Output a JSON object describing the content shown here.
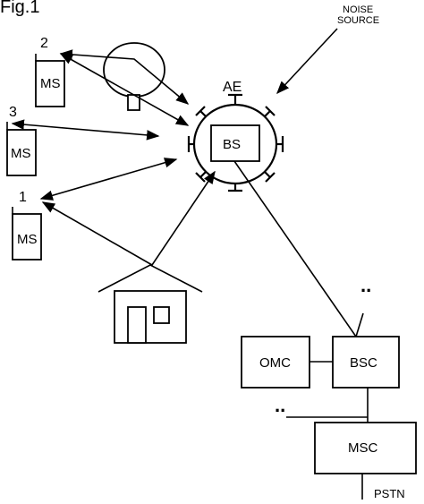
{
  "figure_label": "Fig.1",
  "noise_source": {
    "line1": "NOISE",
    "line2": "SOURCE"
  },
  "antenna_label": "AE",
  "base_station": "BS",
  "mobile_stations": [
    {
      "number": "2",
      "label": "MS"
    },
    {
      "number": "3",
      "label": "MS"
    },
    {
      "number": "1",
      "label": "MS"
    }
  ],
  "controller": "BSC",
  "maintenance_center": "OMC",
  "switching_center": "MSC",
  "network": "PSTN",
  "continuation_marks": ".."
}
